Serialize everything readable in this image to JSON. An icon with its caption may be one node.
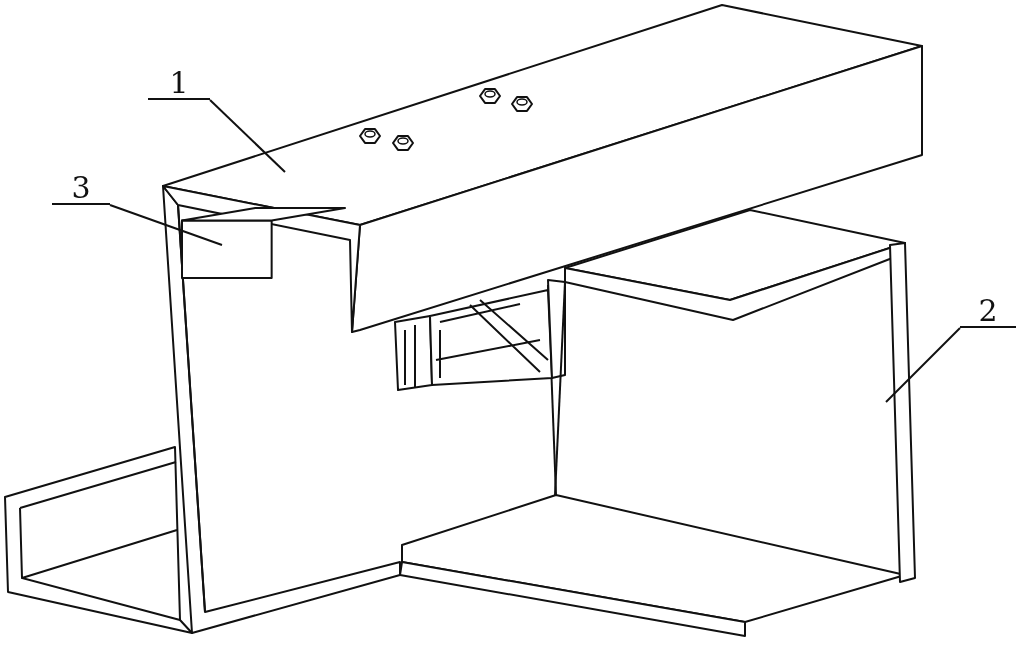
{
  "diagram": {
    "nodes": [
      {
        "text": [
          "1"
        ]
      },
      {
        "text": [
          "3"
        ]
      },
      {
        "text": [
          "2"
        ]
      },
      {
        "text": [],
        "shape": "picture"
      },
      {
        "text": [],
        "shape": "box"
      },
      {
        "text": [],
        "shape": "picture"
      }
    ],
    "edges": [
      {
        "from": 0,
        "to": 3,
        "arrow": "none"
      },
      {
        "from": 1,
        "to": 4,
        "arrow": "none"
      },
      {
        "from": 2,
        "to": 5,
        "arrow": "none"
      }
    ]
  }
}
